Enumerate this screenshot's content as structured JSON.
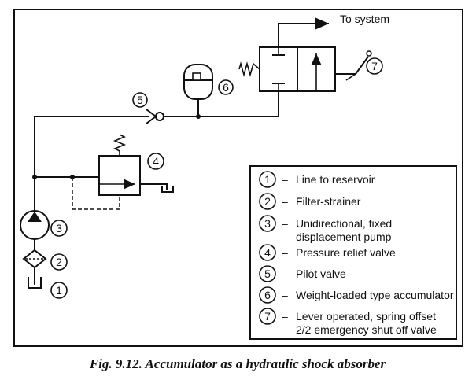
{
  "diagram": {
    "to_system": "To system",
    "callouts": [
      "1",
      "2",
      "3",
      "4",
      "5",
      "6",
      "7"
    ],
    "legend": [
      {
        "num": "1",
        "dash": "–",
        "lines": [
          "Line to reservoir"
        ]
      },
      {
        "num": "2",
        "dash": "–",
        "lines": [
          "Filter-strainer"
        ]
      },
      {
        "num": "3",
        "dash": "–",
        "lines": [
          "Unidirectional, fixed",
          "displacement pump"
        ]
      },
      {
        "num": "4",
        "dash": "–",
        "lines": [
          "Pressure relief valve"
        ]
      },
      {
        "num": "5",
        "dash": "–",
        "lines": [
          "Pilot valve"
        ]
      },
      {
        "num": "6",
        "dash": "–",
        "lines": [
          "Weight-loaded type accumulator"
        ]
      },
      {
        "num": "7",
        "dash": "–",
        "lines": [
          "Lever operated, spring offset",
          "2/2 emergency shut off valve"
        ]
      }
    ]
  },
  "caption": "Fig. 9.12. Accumulator as a hydraulic shock absorber"
}
